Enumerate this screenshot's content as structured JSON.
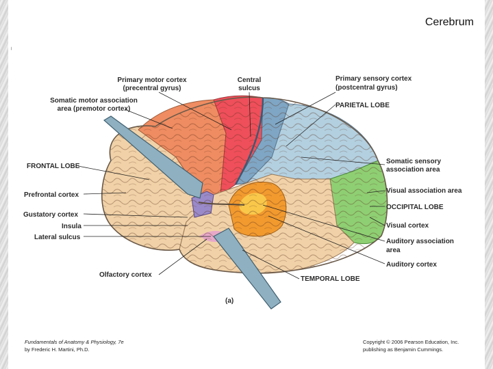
{
  "slide": {
    "title": "Cerebrum",
    "corner_mark": "~"
  },
  "figure": {
    "panel_label": "(a)",
    "labels": {
      "primary_motor_1": "Primary motor cortex",
      "primary_motor_2": "(precentral gyrus)",
      "central_sulcus_1": "Central",
      "central_sulcus_2": "sulcus",
      "primary_sensory_1": "Primary sensory cortex",
      "primary_sensory_2": "(postcentral gyrus)",
      "somatic_motor_1": "Somatic motor association",
      "somatic_motor_2": "area (premotor cortex)",
      "parietal": "PARIETAL  LOBE",
      "frontal": "FRONTAL LOBE",
      "somatic_sensory_1": "Somatic sensory",
      "somatic_sensory_2": "association area",
      "prefrontal": "Prefrontal cortex",
      "visual_assoc": "Visual association area",
      "gustatory": "Gustatory cortex",
      "occipital": "OCCIPITAL  LOBE",
      "insula": "Insula",
      "visual_cortex": "Visual cortex",
      "lateral_sulcus": "Lateral sulcus",
      "auditory_assoc_1": "Auditory association",
      "auditory_assoc_2": "area",
      "auditory_cortex": "Auditory  cortex",
      "olfactory": "Olfactory cortex",
      "temporal": "TEMPORAL LOBE"
    },
    "region_colors": {
      "primary_motor": "#ef4f5a",
      "premotor": "#ef8c61",
      "frontal": "#f1d2a8",
      "primary_sensory": "#7fa6c4",
      "parietal": "#b3d0e0",
      "occipital": "#8fcf73",
      "auditory": "#f29a2e",
      "auditory_core": "#f9c84a",
      "gustatory": "#9a8ac9",
      "olfactory": "#e7a8c8"
    }
  },
  "footer": {
    "book_title": "Fundamentals of Anatomy & Physiology,",
    "edition": " 7e",
    "author": "by Frederic H. Martini, Ph.D.",
    "copyright": "Copyright © 2006 Pearson Education, Inc.",
    "publisher": "publishing as Benjamin Cummings."
  }
}
